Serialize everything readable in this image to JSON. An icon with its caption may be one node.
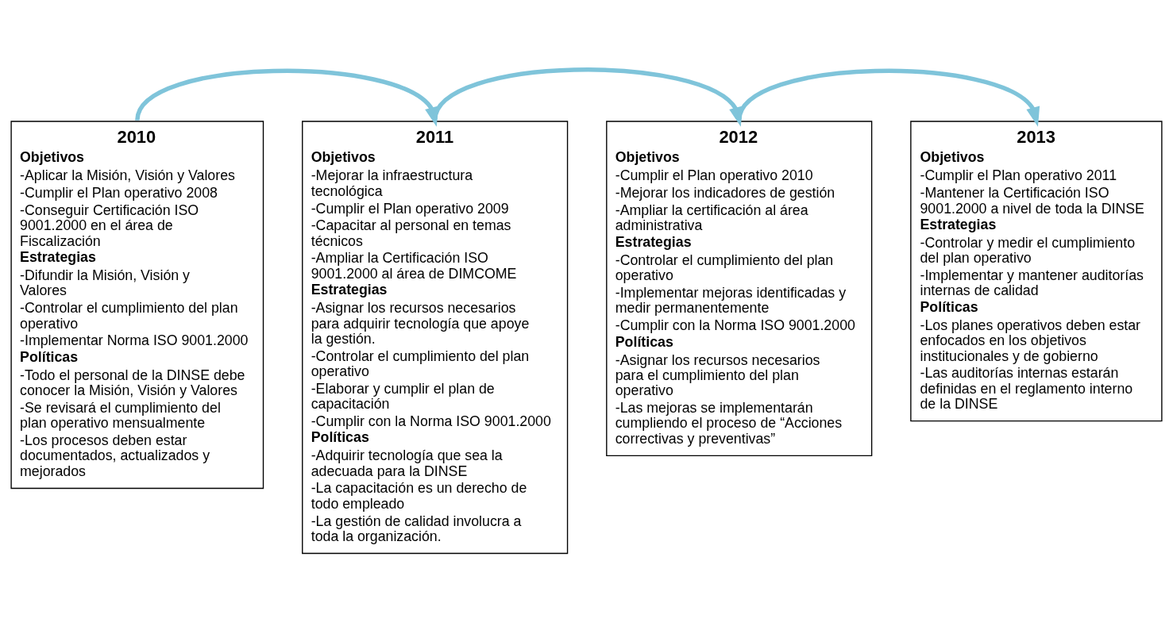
{
  "diagram": {
    "nodes": [
      {
        "text": [
          "2010",
          "Objetivos",
          "-Aplicar la Misión, Visión y Valores",
          "-Cumplir el Plan operativo 2008",
          "-Conseguir Certificación ISO 9001.2000 en el área de Fiscalización",
          "Estrategias",
          "-Difundir la Misión, Visión y Valores",
          "-Controlar el cumplimiento del plan operativo",
          "-Implementar Norma ISO 9001.2000",
          "Políticas",
          "-Todo el personal de la DINSE debe conocer la Misión, Visión y Valores",
          "-Se revisará el cumplimiento del plan operativo mensualmente",
          "-Los procesos deben estar documentados, actualizados y mejorados"
        ]
      },
      {
        "text": [
          "2011",
          "Objetivos",
          "-Mejorar la infraestructura tecnológica",
          "-Cumplir el Plan operativo 2009",
          "-Capacitar al personal en temas técnicos",
          "-Ampliar la Certificación ISO 9001.2000 al área de DIMCOME",
          "Estrategias",
          "-Asignar los recursos necesarios para adquirir tecnología que apoye la gestión.",
          "-Controlar el cumplimiento del plan operativo",
          "-Elaborar y cumplir el plan de capacitación",
          "-Cumplir con la Norma ISO 9001.2000",
          "Políticas",
          "-Adquirir tecnología que sea la adecuada para la DINSE",
          "-La capacitación es un derecho de todo empleado",
          "-La gestión de calidad involucra a toda la organización."
        ]
      },
      {
        "text": [
          "2012",
          "Objetivos",
          "-Cumplir el Plan operativo 2010",
          "-Mejorar los indicadores de gestión",
          "-Ampliar la certificación al área administrativa",
          "Estrategias",
          "-Controlar el cumplimiento del plan operativo",
          "-Implementar mejoras identificadas y medir permanentemente",
          "-Cumplir con la Norma ISO 9001.2000",
          "Políticas",
          "-Asignar los recursos necesarios para el cumplimiento del plan operativo",
          "-Las mejoras se implementarán cumpliendo el proceso de “Acciones correctivas y preventivas”"
        ]
      },
      {
        "text": [
          "2013",
          "Objetivos",
          "-Cumplir el Plan operativo 2011",
          "-Mantener la Certificación ISO 9001.2000 a nivel de toda la DINSE",
          "Estrategias",
          "-Controlar y medir el cumplimiento del plan operativo",
          "-Implementar y mantener auditorías internas de calidad",
          "Políticas",
          "-Los planes operativos deben estar enfocados en los objetivos institucionales y de gobierno",
          "-Las auditorías internas estarán definidas en el reglamento interno de la DINSE"
        ]
      }
    ],
    "edges": [
      {
        "from": 0,
        "to": 1,
        "arrow": "to"
      },
      {
        "from": 1,
        "to": 2,
        "arrow": "to"
      },
      {
        "from": 2,
        "to": 3,
        "arrow": "to"
      }
    ]
  }
}
